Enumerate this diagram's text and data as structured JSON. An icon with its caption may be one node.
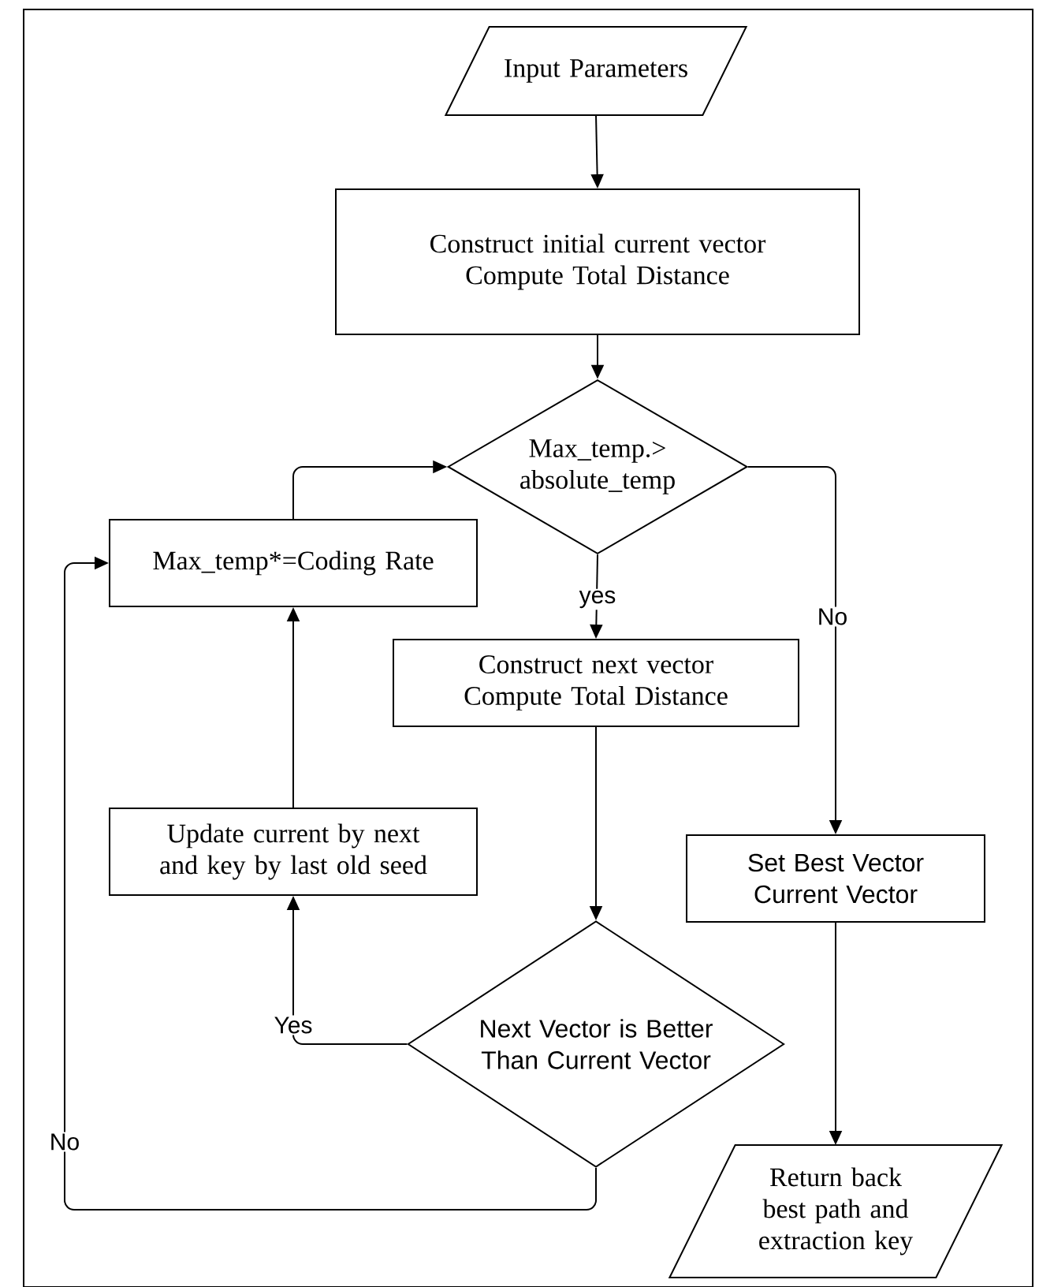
{
  "diagram": {
    "nodes": [
      {
        "text": [
          "Input Parameters"
        ]
      },
      {
        "text": [
          "Construct initial current vector",
          "Compute Total Distance"
        ]
      },
      {
        "text": [
          "Max_temp.> absolute_temp"
        ]
      },
      {
        "text": [
          "Max_temp*=Coding Rate"
        ]
      },
      {
        "text": [
          "Construct next vector",
          "Compute Total Distance"
        ]
      },
      {
        "text": [
          "Update current by next and key by last old seed"
        ]
      },
      {
        "text": [
          "Set Best Vector",
          "Current Vector"
        ]
      },
      {
        "text": [
          "Next Vector is Better Than Current Vector"
        ]
      },
      {
        "text": [
          "Return back best path and extraction key"
        ]
      }
    ],
    "edges": [
      {
        "from": 0,
        "to": 1,
        "arrow": "to"
      },
      {
        "from": 1,
        "to": 2,
        "arrow": "to"
      },
      {
        "from": 2,
        "to": 4,
        "arrow": "to",
        "label": "yes"
      },
      {
        "from": 2,
        "to": 6,
        "arrow": "to",
        "label": "No"
      },
      {
        "from": 4,
        "to": 7,
        "arrow": "to"
      },
      {
        "from": 7,
        "to": 5,
        "arrow": "to",
        "label": "Yes"
      },
      {
        "from": 5,
        "to": 3,
        "arrow": "to"
      },
      {
        "from": 3,
        "to": 2,
        "arrow": "to"
      },
      {
        "from": 7,
        "to": 3,
        "arrow": "to",
        "label": "No"
      },
      {
        "from": 6,
        "to": 8,
        "arrow": "to"
      }
    ]
  }
}
